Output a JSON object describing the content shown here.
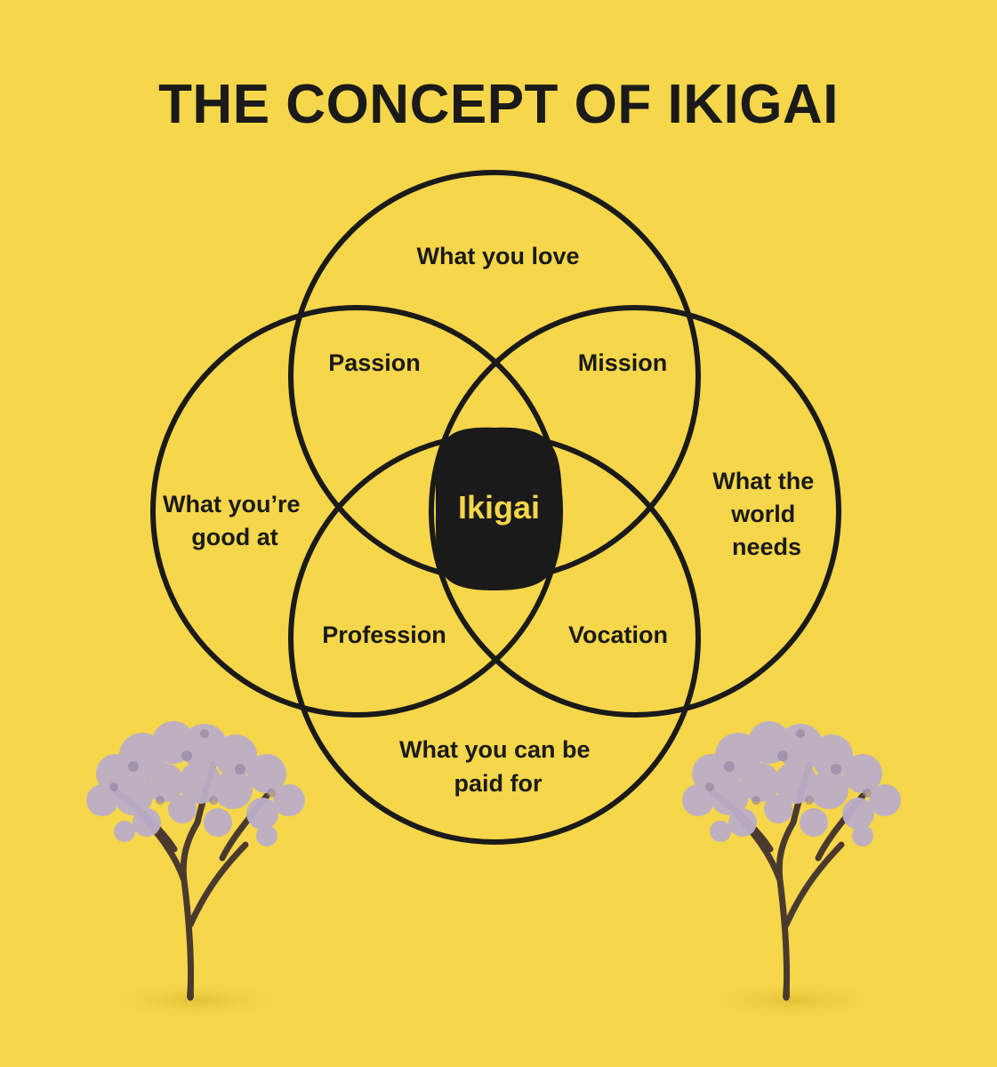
{
  "title": "THE CONCEPT OF IKIGAI",
  "colors": {
    "background": "#f6d64a",
    "ink": "#1a1a1a",
    "center_fill": "#1a1a1a",
    "center_text": "#f6d64a",
    "blossom": "#bcaec8",
    "trunk": "#4a3a2e"
  },
  "circles": {
    "top": [
      "What you love"
    ],
    "left": [
      "What you’re",
      "good at"
    ],
    "right": [
      "What the",
      "world",
      "needs"
    ],
    "bottom": [
      "What you can be",
      "paid for"
    ]
  },
  "overlaps": {
    "passion": "Passion",
    "mission": "Mission",
    "profession": "Profession",
    "vocation": "Vocation"
  },
  "center": "Ikigai",
  "decorations": {
    "left_tree": "cherry-blossom-tree",
    "right_tree": "cherry-blossom-tree"
  }
}
